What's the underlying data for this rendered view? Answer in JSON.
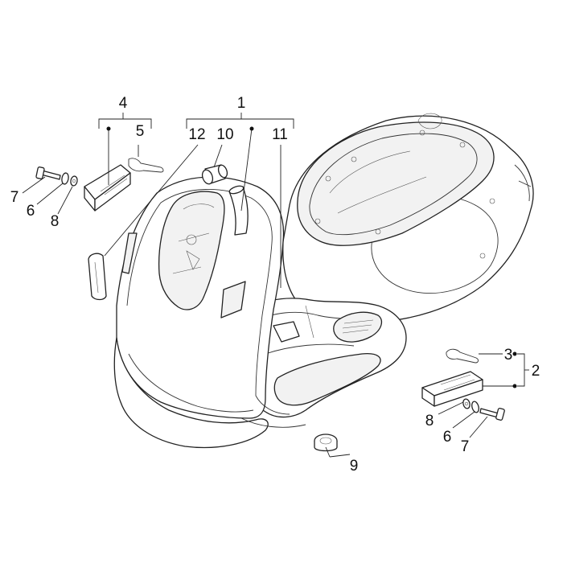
{
  "callouts": {
    "c1": "1",
    "c2": "2",
    "c3": "3",
    "c4": "4",
    "c5": "5",
    "c6_left": "6",
    "c6_right": "6",
    "c7_left": "7",
    "c7_right": "7",
    "c8_left": "8",
    "c8_right": "8",
    "c9": "9",
    "c10": "10",
    "c11": "11",
    "c12": "12"
  },
  "colors": {
    "line": "#222222",
    "background": "#ffffff"
  }
}
